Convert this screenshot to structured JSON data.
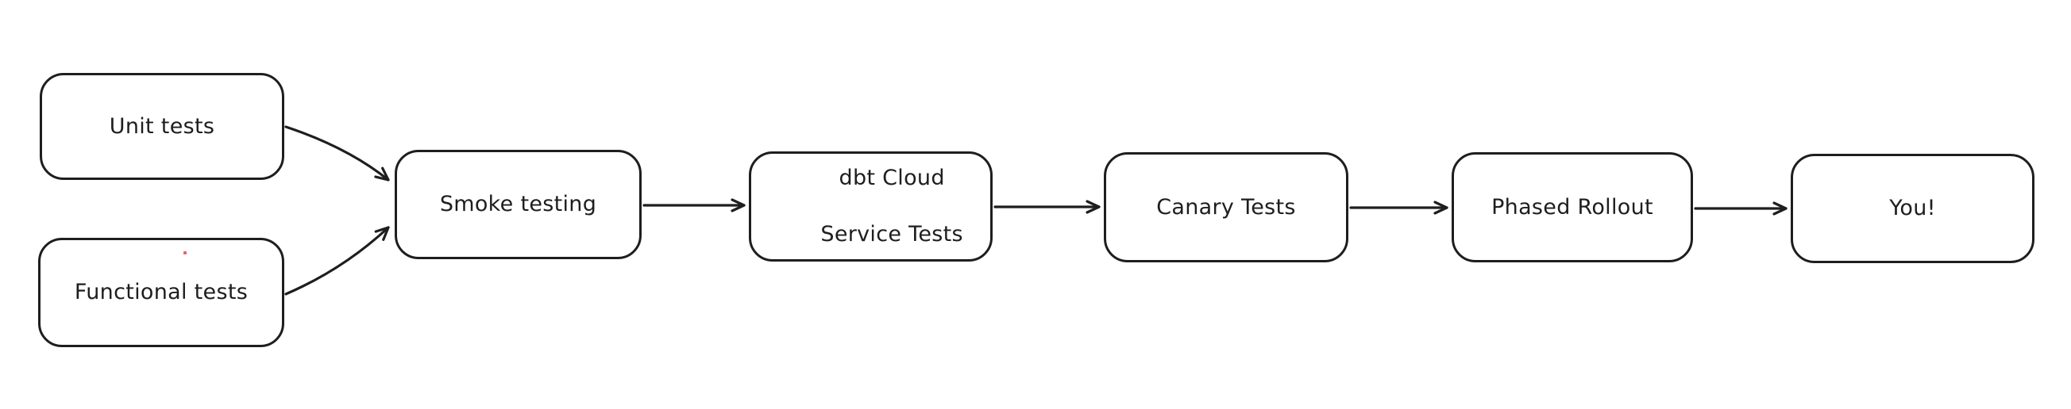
{
  "diagram": {
    "title": "Release testing pipeline flowchart",
    "background_color": "#ffffff",
    "stroke_color": "#1e1e1e",
    "text_color": "#1e1e1e",
    "artifact_dot_color": "#e06666",
    "nodes": [
      {
        "id": "unit-tests",
        "label": "Unit tests"
      },
      {
        "id": "functional-tests",
        "label": "Functional tests"
      },
      {
        "id": "smoke-testing",
        "label": "Smoke testing"
      },
      {
        "id": "dbt-cloud-service-tests",
        "label": "dbt Cloud Service Tests",
        "lines": [
          "dbt Cloud",
          "Service Tests"
        ]
      },
      {
        "id": "canary-tests",
        "label": "Canary Tests"
      },
      {
        "id": "phased-rollout",
        "label": "Phased Rollout"
      },
      {
        "id": "you",
        "label": "You!"
      }
    ],
    "edges": [
      {
        "from": "unit-tests",
        "to": "smoke-testing"
      },
      {
        "from": "functional-tests",
        "to": "smoke-testing"
      },
      {
        "from": "smoke-testing",
        "to": "dbt-cloud-service-tests"
      },
      {
        "from": "dbt-cloud-service-tests",
        "to": "canary-tests"
      },
      {
        "from": "canary-tests",
        "to": "phased-rollout"
      },
      {
        "from": "phased-rollout",
        "to": "you"
      }
    ]
  }
}
